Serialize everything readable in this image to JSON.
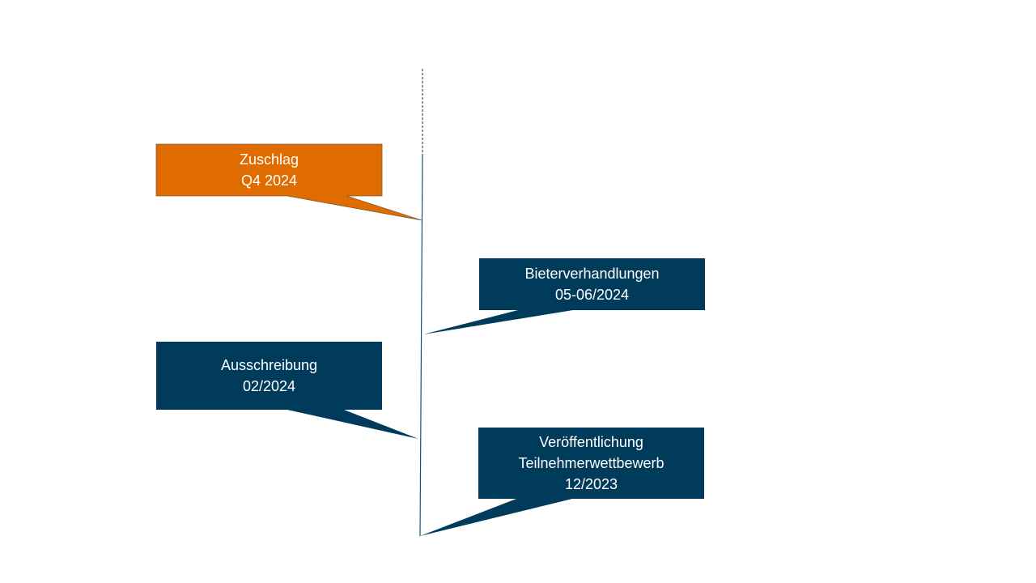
{
  "colors": {
    "accent": "#E06C00",
    "primary": "#003B5C",
    "line": "#1F4E6E",
    "text": "#FFFFFF"
  },
  "milestones": [
    {
      "id": "zuschlag",
      "lines": [
        "Zuschlag",
        "Q4 2024"
      ],
      "color": "#E06C00"
    },
    {
      "id": "bieterverhandlungen",
      "lines": [
        "Bieterverhandlungen",
        "05-06/2024"
      ],
      "color": "#003B5C"
    },
    {
      "id": "ausschreibung",
      "lines": [
        "Ausschreibung",
        "02/2024"
      ],
      "color": "#003B5C"
    },
    {
      "id": "veroeffentlichung",
      "lines": [
        "Veröffentlichung",
        "Teilnehmerwettbewerb",
        "12/2023"
      ],
      "color": "#003B5C"
    }
  ]
}
